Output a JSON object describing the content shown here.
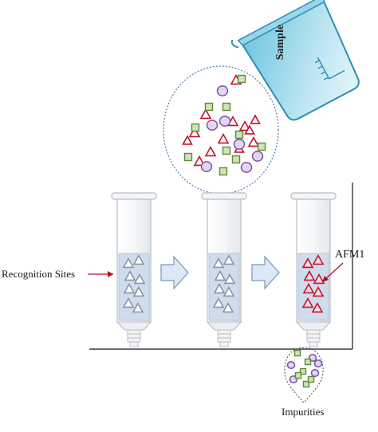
{
  "labels": {
    "beaker": "Sample",
    "recognition_sites": "Recognition Sites",
    "afm1": "AFM1",
    "impurities": "Impurities"
  },
  "colors": {
    "triangle_red": "#c8102e",
    "circle_purple": "#7a4fa3",
    "circle_fill": "#e3d5f0",
    "square_green": "#5b8a3a",
    "square_fill": "#cfe3b8",
    "liquid": "#cfdcec",
    "beaker_glass": "#2a8fb0",
    "arrow_fill": "#dce8f5",
    "arrow_stroke": "#7d96b8",
    "pointer_arrow": "#b0141e"
  },
  "icons": {
    "beaker": "beaker-icon",
    "column": "spe-column-icon",
    "flow_arrow": "right-arrow-icon"
  }
}
